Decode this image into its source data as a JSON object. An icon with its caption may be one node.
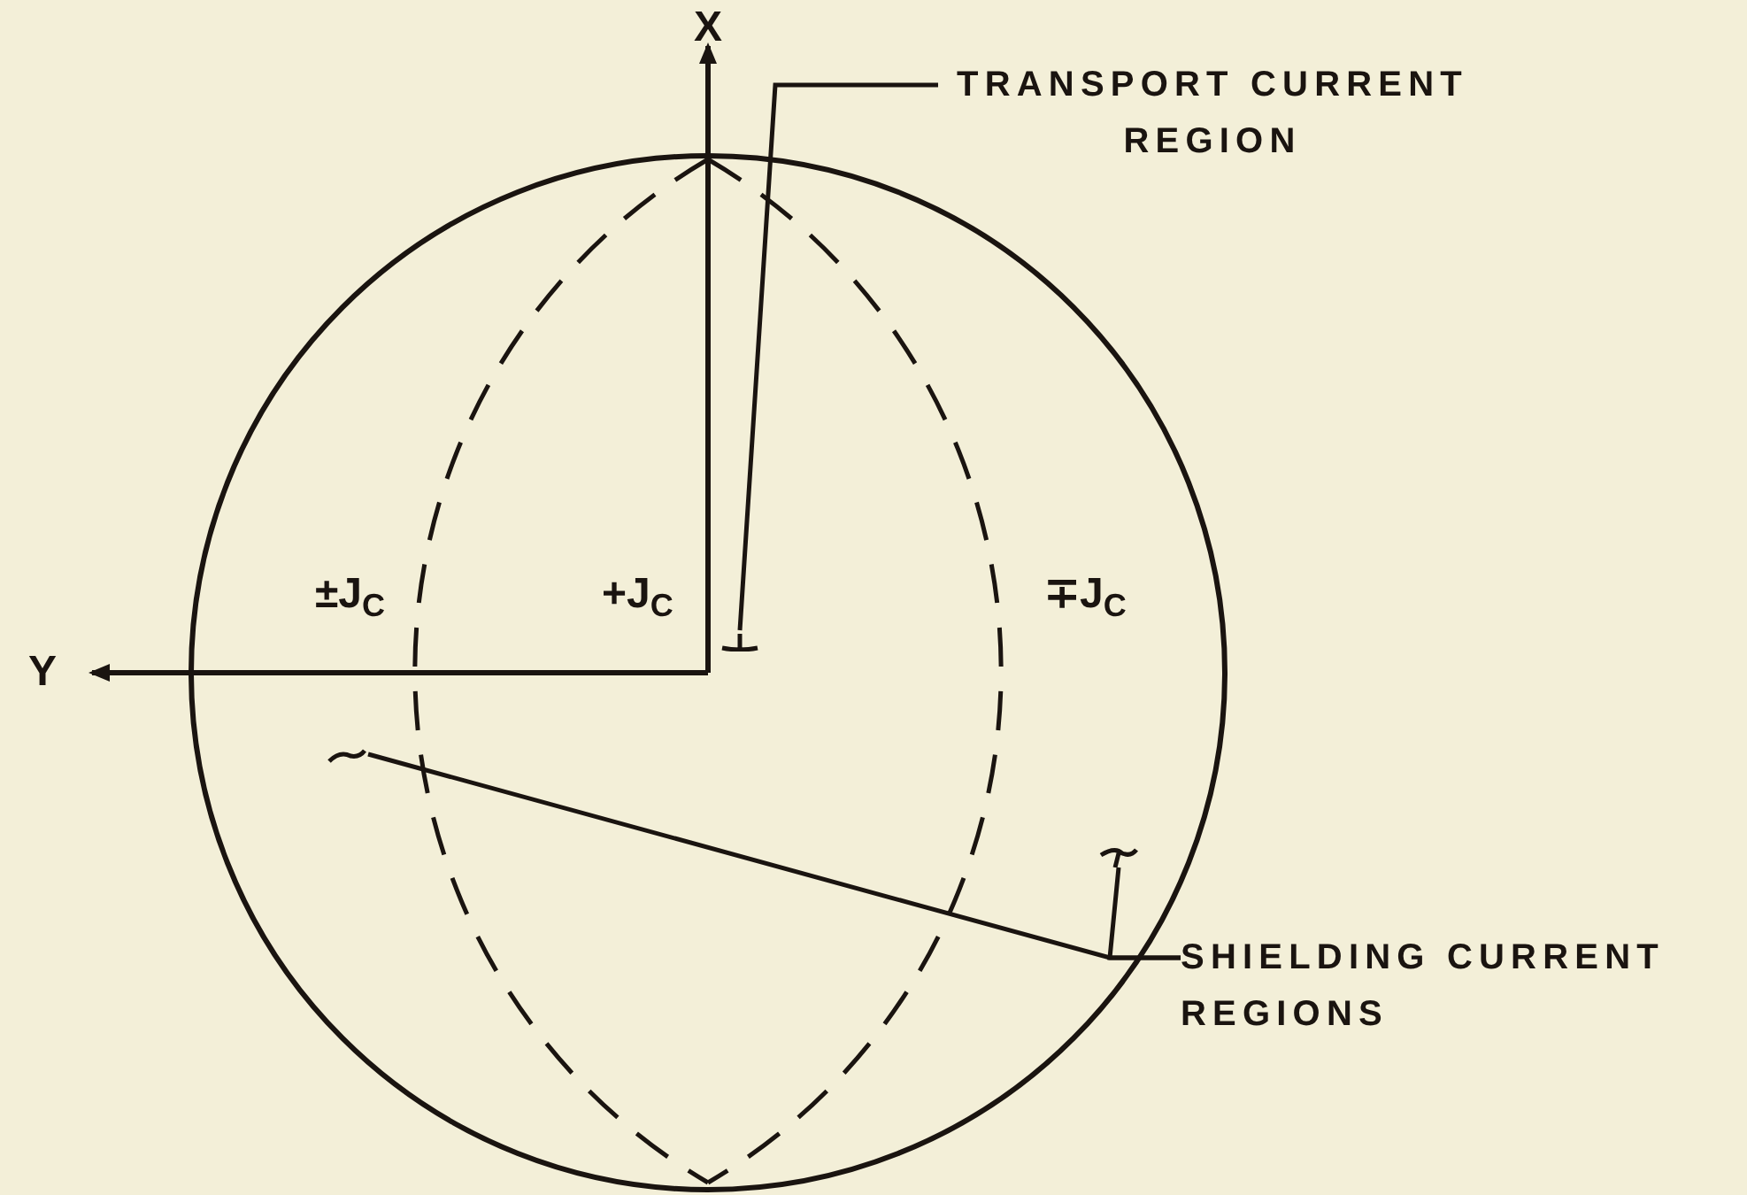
{
  "diagram": {
    "nodes": [
      {
        "text": [
          "TRANSPORT CURRENT REGION"
        ]
      },
      {
        "text": [],
        "shape": "bar"
      },
      {
        "text": [
          "SHIELDING CURRENT REGIONS"
        ]
      },
      {
        "text": [],
        "shape": "bar"
      },
      {
        "text": [],
        "shape": "bar"
      }
    ],
    "edges": [
      {
        "from": 0,
        "to": 1,
        "arrow": "none"
      },
      {
        "from": 2,
        "to": 3,
        "arrow": "none"
      },
      {
        "from": 2,
        "to": 4,
        "arrow": "none"
      }
    ],
    "labels": [
      "X",
      "Y",
      "±J$_{C}$",
      "+J$_{C}$",
      "∓J$_{C}$"
    ]
  }
}
